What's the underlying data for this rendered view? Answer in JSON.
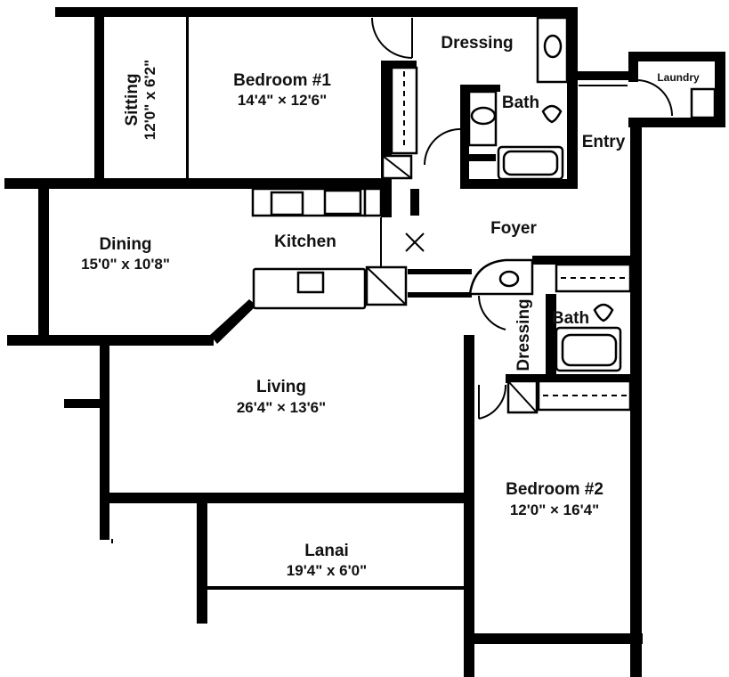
{
  "rooms": {
    "sitting": {
      "name": "Sitting",
      "dims": "12'0\" x 6'2\""
    },
    "bedroom1": {
      "name": "Bedroom #1",
      "dims": "14'4\" × 12'6\""
    },
    "dressing1": {
      "name": "Dressing"
    },
    "bath1": {
      "name": "Bath"
    },
    "laundry": {
      "name": "Laundry"
    },
    "entry": {
      "name": "Entry"
    },
    "dining": {
      "name": "Dining",
      "dims": "15'0\" x 10'8\""
    },
    "kitchen": {
      "name": "Kitchen"
    },
    "foyer": {
      "name": "Foyer"
    },
    "bath2": {
      "name": "Bath"
    },
    "dressing2": {
      "name": "Dressing"
    },
    "living": {
      "name": "Living",
      "dims": "26'4\" × 13'6\""
    },
    "bedroom2": {
      "name": "Bedroom #2",
      "dims": "12'0\" × 16'4\""
    },
    "lanai": {
      "name": "Lanai",
      "dims": "19'4\" x 6'0\""
    }
  }
}
